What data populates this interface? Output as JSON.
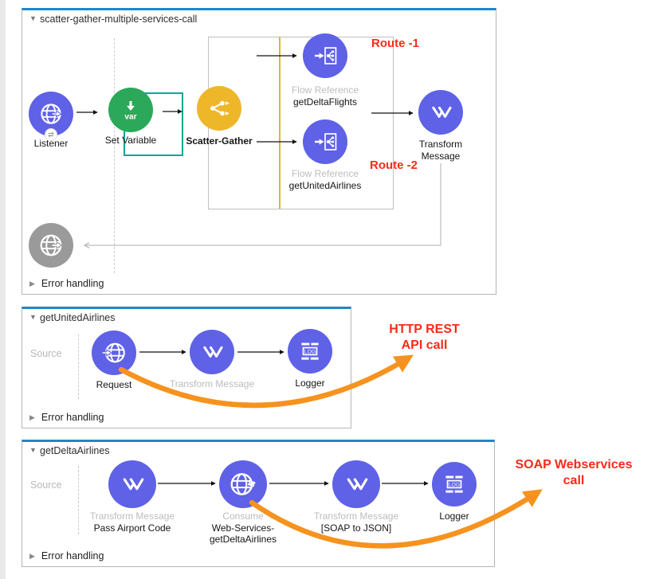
{
  "colors": {
    "node_purple": "#5f61e6",
    "node_green": "#2ca85a",
    "node_yellow": "#eeb729",
    "node_gray": "#9a9a9a",
    "flow_top_border_blue": "#1e88c7",
    "annotation_red": "#fb2a18",
    "annotation_orange": "#f6921e",
    "selection_teal": "#12a39b",
    "scatter_route_line_yellow": "#e7b32c"
  },
  "flow1": {
    "title": "scatter-gather-multiple-services-call",
    "error_handling": "Error handling",
    "route1_label": "Route -1",
    "route2_label": "Route -2",
    "listener": {
      "label": "Listener",
      "badge_glyph": "⇄"
    },
    "set_variable": {
      "label": "Set Variable",
      "icon_text": "var"
    },
    "scatter_gather": {
      "label": "Scatter-Gather"
    },
    "flow_ref_delta": {
      "type": "Flow Reference",
      "name": "getDeltaFlights"
    },
    "flow_ref_united": {
      "type": "Flow Reference",
      "name": "getUnitedAirlines"
    },
    "transform": {
      "line1": "Transform",
      "line2": "Message"
    }
  },
  "flow2": {
    "title": "getUnitedAirlines",
    "source_label": "Source",
    "error_handling": "Error handling",
    "request": {
      "label": "Request"
    },
    "transform": {
      "type": "Transform Message"
    },
    "logger": {
      "label": "Logger",
      "icon_text": "LOG"
    },
    "annotation_line1": "HTTP REST",
    "annotation_line2": "API call"
  },
  "flow3": {
    "title": "getDeltaAirlines",
    "source_label": "Source",
    "error_handling": "Error handling",
    "transform_in": {
      "type": "Transform Message",
      "name": "Pass Airport Code"
    },
    "consume": {
      "type": "Consume",
      "name_line1": "Web-Services-",
      "name_line2": "getDeltaAirlines"
    },
    "transform_out": {
      "type": "Transform Message",
      "name": "[SOAP to JSON]"
    },
    "logger": {
      "label": "Logger",
      "icon_text": "LOG"
    },
    "annotation_line1": "SOAP Webservices",
    "annotation_line2": "call"
  }
}
